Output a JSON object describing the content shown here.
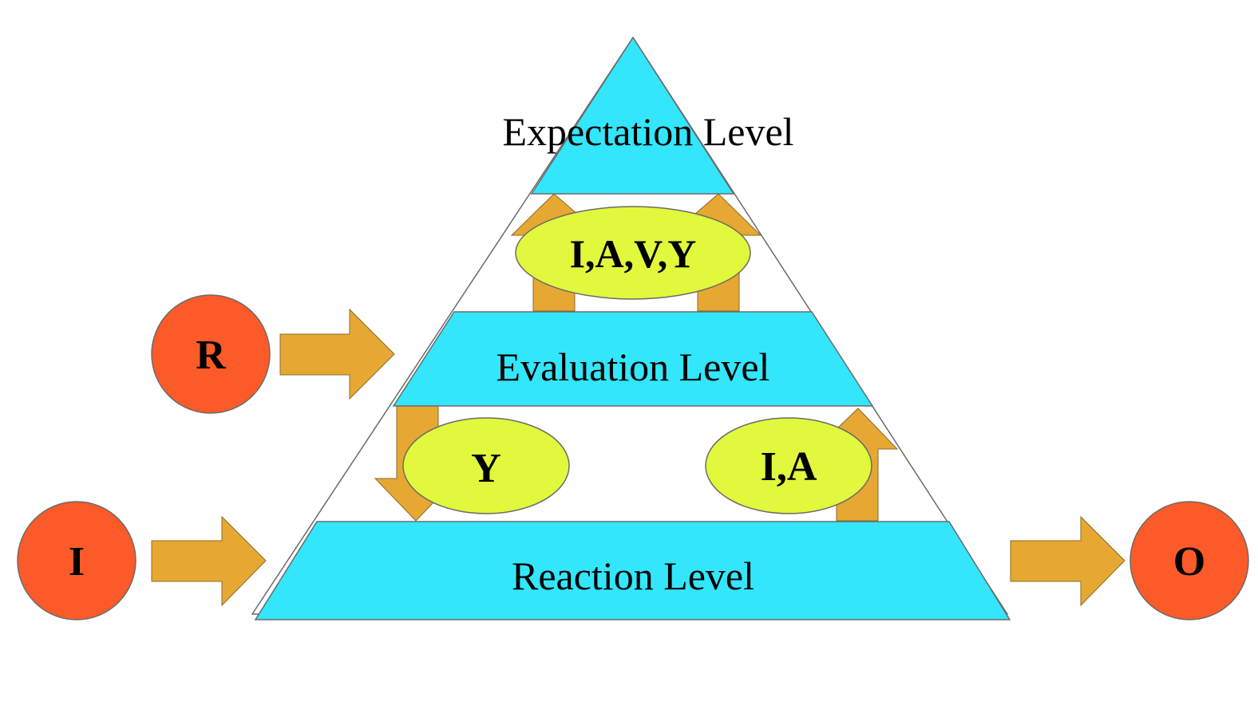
{
  "colors": {
    "level_fill": "#33e6fb",
    "arrow_fill": "#e6a832",
    "ellipse_fill": "#e1f83c",
    "node_fill": "#fc5a28",
    "outline": "#6b6b6b"
  },
  "levels": {
    "expectation": "Expectation Level",
    "evaluation": "Evaluation Level",
    "reaction": "Reaction Level"
  },
  "flows": {
    "evaluation_to_expectation": "I,A,V,Y",
    "evaluation_to_reaction": "Y",
    "reaction_to_evaluation": "I,A"
  },
  "nodes": {
    "r": "R",
    "i": "I",
    "o": "O"
  }
}
